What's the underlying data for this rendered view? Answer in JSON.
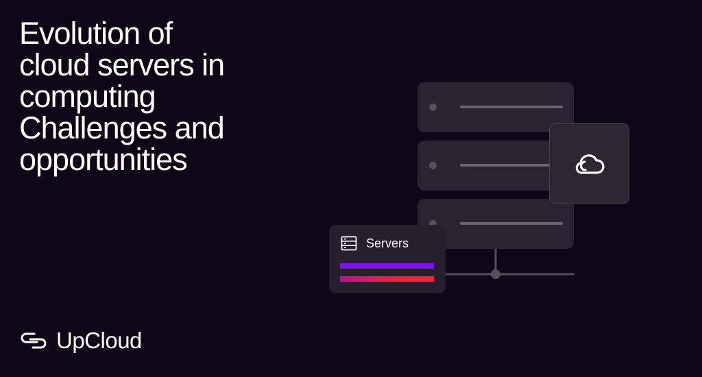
{
  "headline": {
    "lines": [
      "Evolution of",
      "cloud servers in",
      "computing",
      "Challenges and",
      "opportunities"
    ]
  },
  "brand": {
    "name": "UpCloud"
  },
  "illustration": {
    "card_label": "Servers",
    "rack_count": 3,
    "icons": [
      "cloud-icon",
      "server-icon",
      "upcloud-logo-icon"
    ],
    "colors": {
      "background": "#0f0618",
      "accent_purple": "#7a14ec",
      "accent_red": "#f0283a"
    }
  }
}
